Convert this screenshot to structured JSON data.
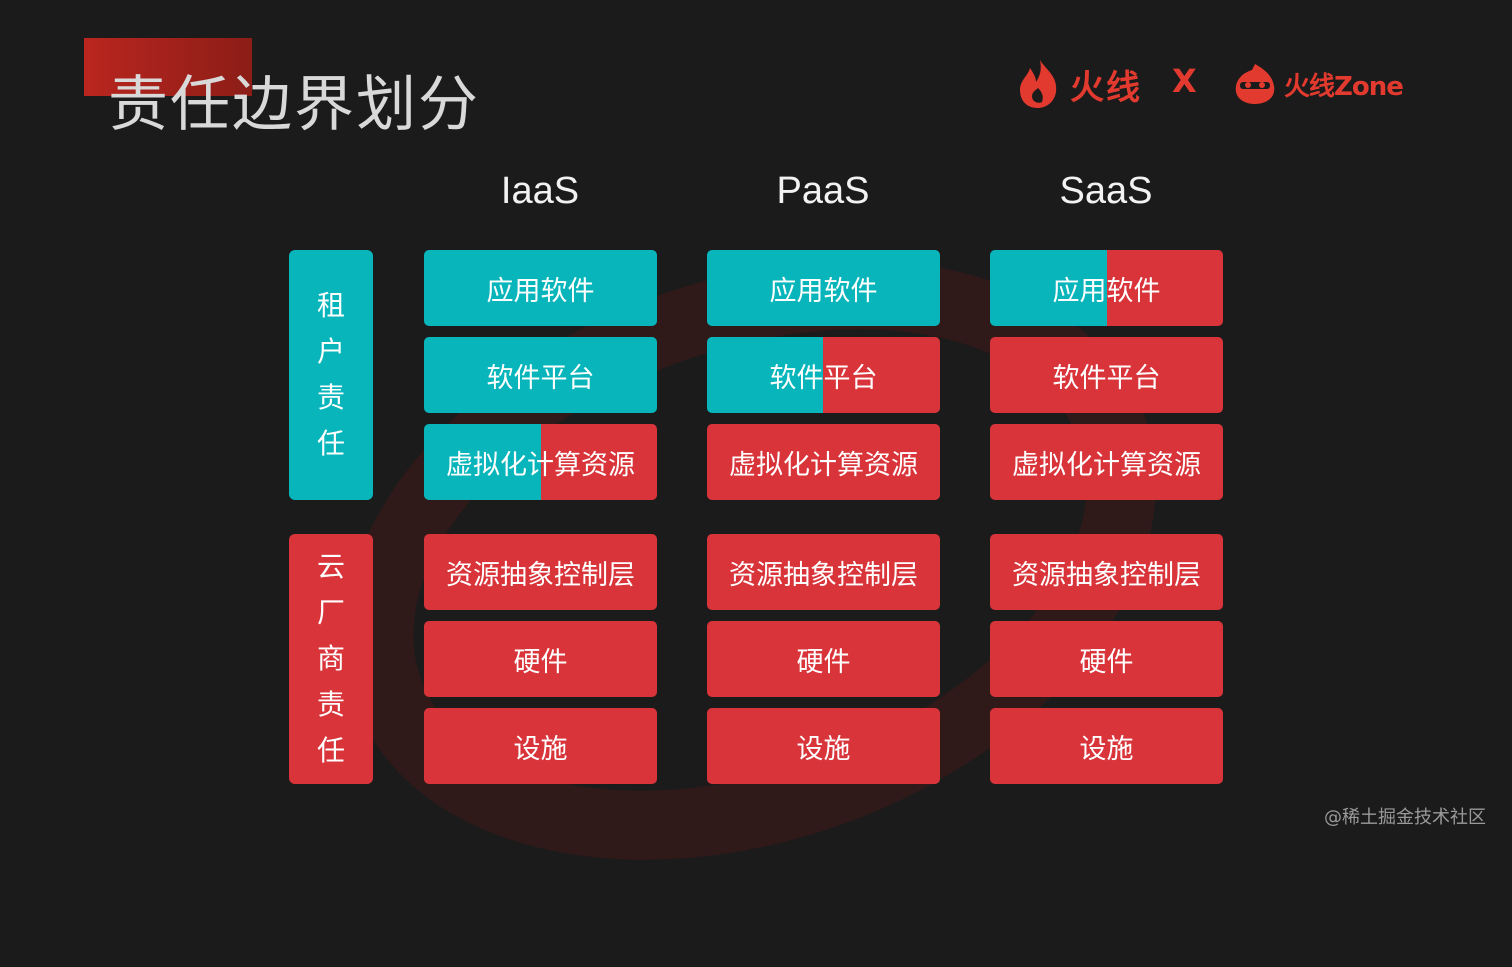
{
  "title": "责任边界划分",
  "logos": {
    "brand1": "火线",
    "separator": "X",
    "brand2": "火线Zone"
  },
  "columns": [
    "IaaS",
    "PaaS",
    "SaaS"
  ],
  "side_labels": {
    "tenant": [
      "租",
      "户",
      "责",
      "任"
    ],
    "cloud": [
      "云",
      "厂",
      "商",
      "责",
      "任"
    ]
  },
  "rows": {
    "iaas": [
      "应用软件",
      "软件平台",
      "虚拟化计算资源",
      "资源抽象控制层",
      "硬件",
      "设施"
    ],
    "paas": [
      "应用软件",
      "软件平台",
      "虚拟化计算资源",
      "资源抽象控制层",
      "硬件",
      "设施"
    ],
    "saas": [
      "应用软件",
      "软件平台",
      "虚拟化计算资源",
      "资源抽象控制层",
      "硬件",
      "设施"
    ]
  },
  "colors": {
    "tenant": "#07b5bb",
    "cloud": "#d8343a",
    "background": "#1c1b1c"
  },
  "watermark": "@稀土掘金技术社区"
}
